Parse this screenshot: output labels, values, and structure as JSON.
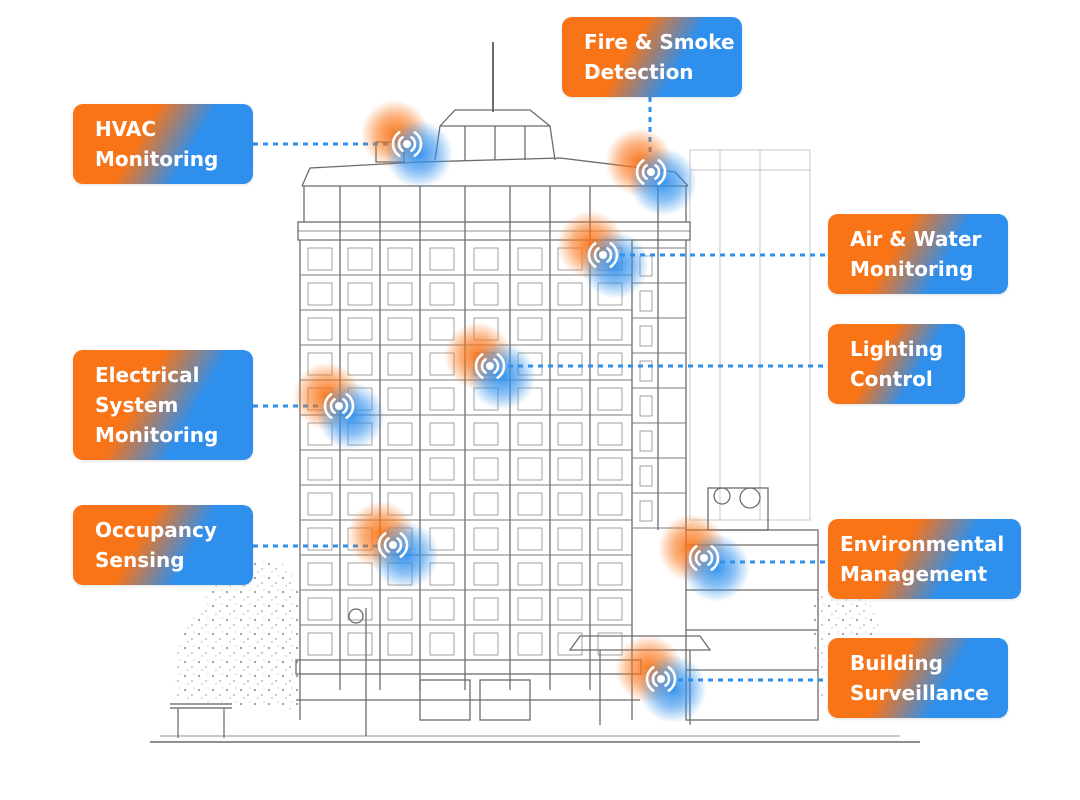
{
  "colors": {
    "orange": "#f97417",
    "blue": "#2f8fec",
    "connector": "#2f8fec",
    "sketch": "#6f6f6f"
  },
  "icon": "wireless-sensor-icon",
  "labels": {
    "hvac": [
      "HVAC",
      "Monitoring"
    ],
    "fire": [
      "Fire & Smoke",
      "Detection"
    ],
    "air_water": [
      "Air & Water",
      "Monitoring"
    ],
    "lighting": [
      "Lighting",
      "Control"
    ],
    "electrical": [
      "Electrical",
      "System",
      "Monitoring"
    ],
    "occupancy": [
      "Occupancy",
      "Sensing"
    ],
    "environmental": [
      "Environmental",
      "Management"
    ],
    "surveillance": [
      "Building",
      "Surveillance"
    ]
  }
}
